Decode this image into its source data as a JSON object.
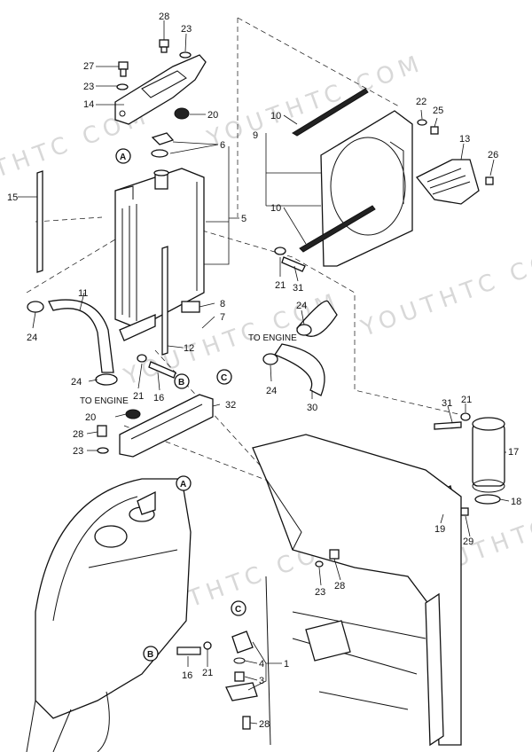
{
  "callouts": [
    "1",
    "3",
    "4",
    "5",
    "6",
    "7",
    "8",
    "9",
    "10",
    "10",
    "11",
    "12",
    "13",
    "14",
    "15",
    "16",
    "16",
    "17",
    "18",
    "19",
    "20",
    "20",
    "21",
    "21",
    "21",
    "21",
    "22",
    "23",
    "23",
    "23",
    "23",
    "24",
    "24",
    "24",
    "24",
    "25",
    "26",
    "27",
    "28",
    "28",
    "28",
    "28",
    "29",
    "30",
    "31",
    "31",
    "32"
  ],
  "notes": {
    "to_engine_1": "TO ENGINE",
    "to_engine_2": "TO ENGINE"
  },
  "refs": {
    "a": "A",
    "b": "B",
    "c": "C"
  },
  "watermark": "YOUTHTC COM"
}
